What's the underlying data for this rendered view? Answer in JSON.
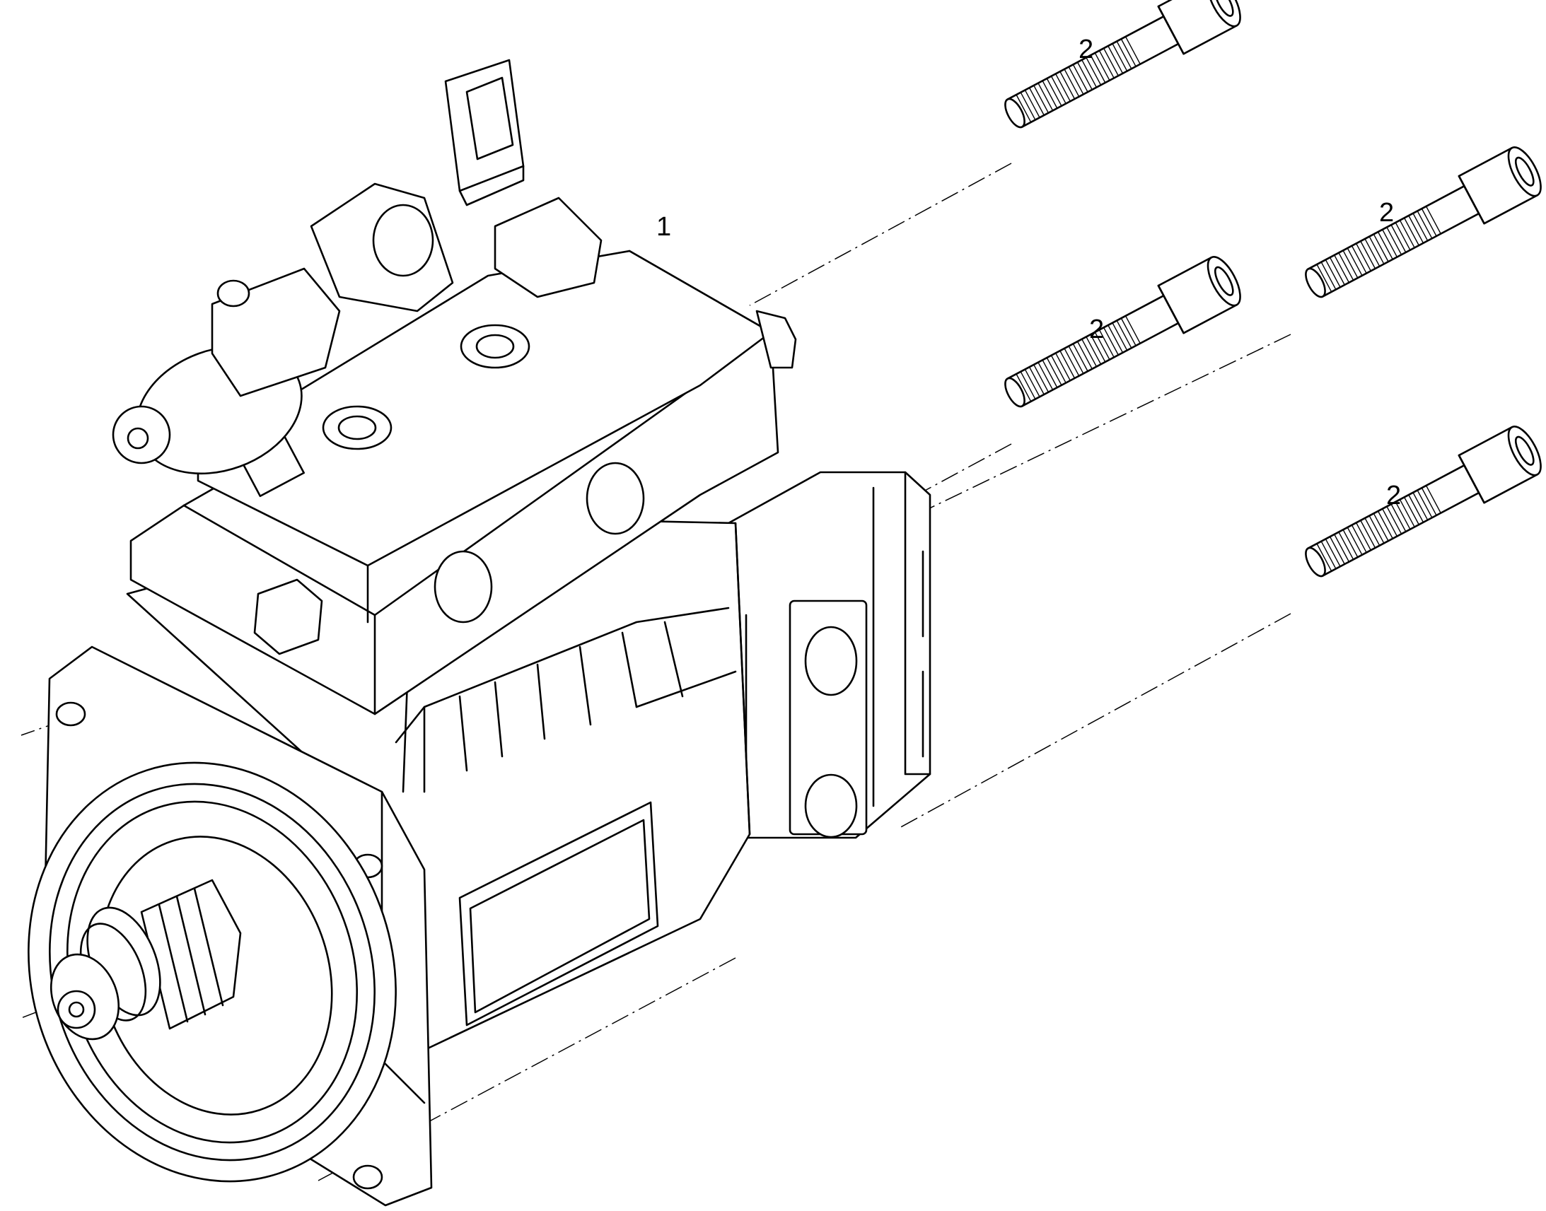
{
  "diagram": {
    "callouts": [
      {
        "id": "part-1",
        "label": "1"
      },
      {
        "id": "part-2a",
        "label": "2"
      },
      {
        "id": "part-2b",
        "label": "2"
      },
      {
        "id": "part-2c",
        "label": "2"
      },
      {
        "id": "part-2d",
        "label": "2"
      }
    ]
  }
}
